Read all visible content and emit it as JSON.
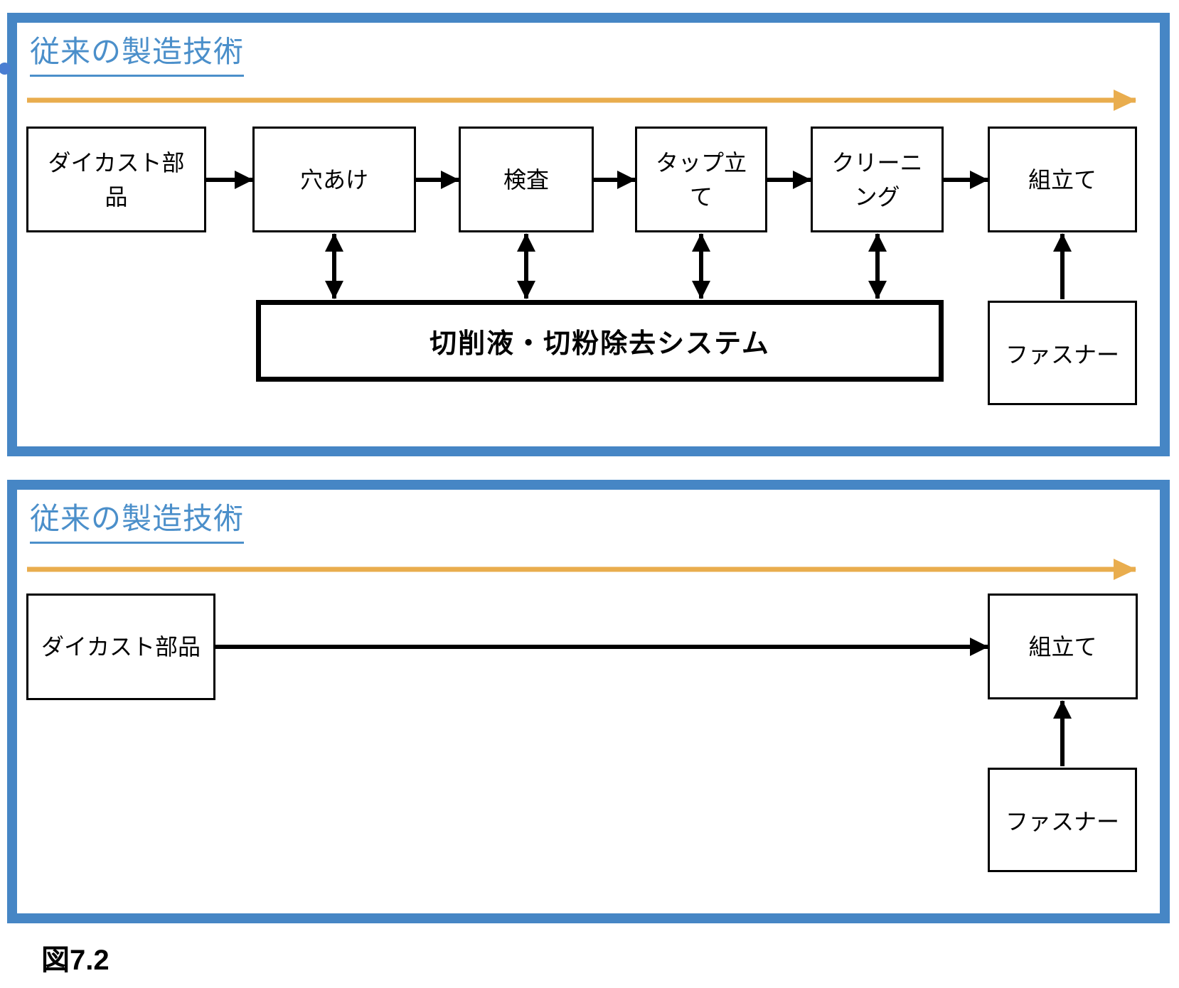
{
  "caption": "図7.2",
  "colors": {
    "panel_border": "#4686c5",
    "title_blue": "#4b8fca",
    "timeline_orange": "#e9ad4e",
    "diagram_black": "#000000",
    "bullet_blue": "#4a7ed2"
  },
  "panel1": {
    "title": "従来の製造技術",
    "steps": [
      {
        "id": "diecast",
        "label": "ダイカスト部品"
      },
      {
        "id": "drilling",
        "label": "穴あけ"
      },
      {
        "id": "inspection",
        "label": "検査"
      },
      {
        "id": "tapping",
        "label": "タップ立て"
      },
      {
        "id": "cleaning",
        "label": "クリーニング"
      },
      {
        "id": "assembly",
        "label": "組立て"
      }
    ],
    "system_box_label": "切削液・切粉除去システム",
    "fastener_label": "ファスナー"
  },
  "panel2": {
    "title": "従来の製造技術",
    "steps": [
      {
        "id": "diecast",
        "label": "ダイカスト部品"
      },
      {
        "id": "assembly",
        "label": "組立て"
      }
    ],
    "fastener_label": "ファスナー"
  }
}
